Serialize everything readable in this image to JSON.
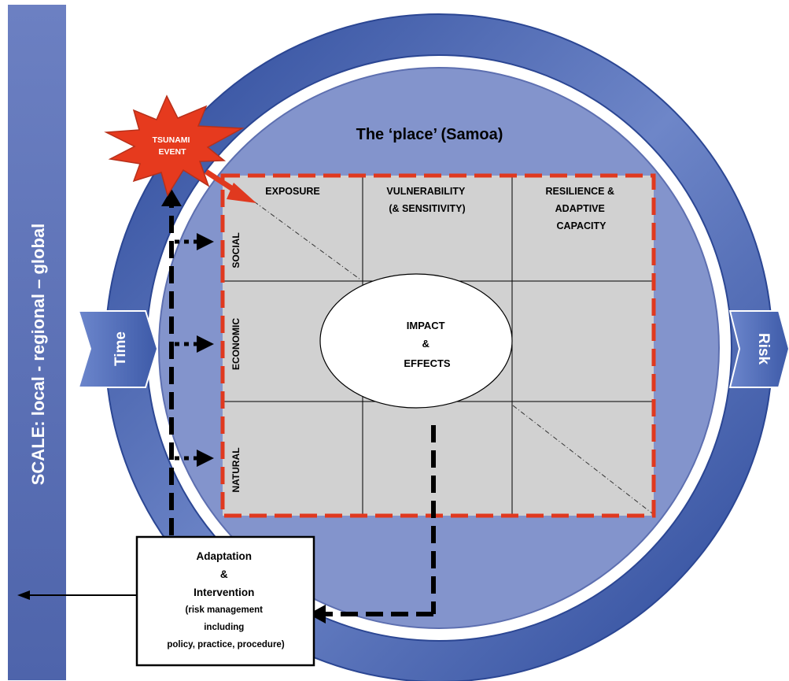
{
  "scale_bar": {
    "label": "SCALE: local - regional – global"
  },
  "arrows": {
    "time_label": "Time",
    "risk_label": "Risk"
  },
  "place": {
    "title": "The ‘place’ (Samoa)"
  },
  "event": {
    "line1": "TSUNAMI",
    "line2": "EVENT"
  },
  "grid": {
    "columns": [
      {
        "lines": [
          "EXPOSURE"
        ]
      },
      {
        "lines": [
          "VULNERABILITY",
          "(& SENSITIVITY)"
        ]
      },
      {
        "lines": [
          "RESILIENCE &",
          "ADAPTIVE",
          "CAPACITY"
        ]
      }
    ],
    "rows": [
      "SOCIAL",
      "ECONOMIC",
      "NATURAL"
    ]
  },
  "impact": {
    "line1": "IMPACT",
    "line2": "&",
    "line3": "EFFECTS"
  },
  "adaptation": {
    "line1": "Adaptation",
    "line2": "&",
    "line3": "Intervention",
    "line4": "(risk management",
    "line5": "including",
    "line6": "policy, practice, procedure)"
  },
  "colors": {
    "scale_bar": "#5a6fb3",
    "ring_dark": "#3b57a3",
    "ring_light": "#7f95cf",
    "place_circle": "#8394cc",
    "grid_fill": "#d1d1d1",
    "dashed_border": "#e0391f",
    "tsunami_star": "#e63a1e",
    "chevron": "#4463b0"
  }
}
